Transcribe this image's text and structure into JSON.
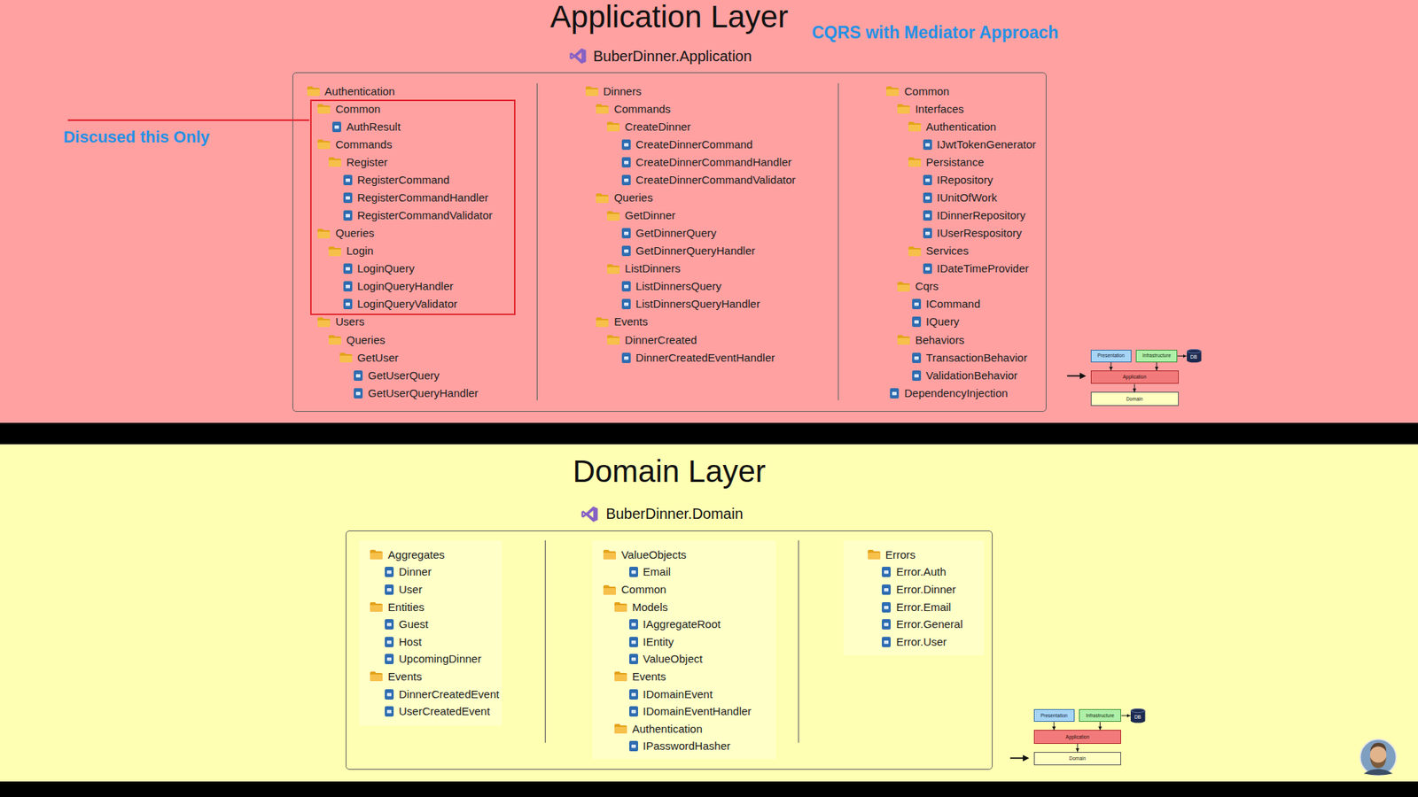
{
  "diagram": {
    "nodes": [
      {
        "text": [
          "Application Layer"
        ]
      },
      {
        "text": [
          "BuberDinner.Application",
          "Authentication",
          "Users",
          "Queries",
          "GetUser",
          "GetUserQuery",
          "GetUserQueryHandler",
          "Dinners",
          "Commands",
          "CreateDinner",
          "CreateDinnerCommand",
          "CreateDinnerCommandHandler",
          "CreateDinnerCommandValidator",
          "Queries",
          "GetDinner",
          "GetDinnerQuery",
          "GetDinnerQueryHandler",
          "ListDinners",
          "ListDinnersQuery",
          "ListDinnersQueryHandler",
          "Events",
          "DinnerCreated",
          "DinnerCreatedEventHandler",
          "Common",
          "Interfaces",
          "Authentication",
          "IJwtTokenGenerator",
          "Persistance",
          "IRepository",
          "IUnitOfWork",
          "IDinnerRepository",
          "IUserRespository",
          "Services",
          "IDateTimeProvider",
          "Cqrs",
          "ICommand",
          "IQuery",
          "Behaviors",
          "TransactionBehavior",
          "ValidationBehavior",
          "DependencyInjection"
        ],
        "in": 0
      },
      {
        "text": [
          "Common",
          "AuthResult",
          "Commands",
          "Register",
          "RegisterCommand",
          "RegisterCommandHandler",
          "RegisterCommandValidator",
          "Queries",
          "Login",
          "LoginQuery",
          "LoginQueryHandler",
          "LoginQueryValidator"
        ],
        "in": 1
      },
      {
        "text": [
          "Presentation"
        ],
        "in": 0
      },
      {
        "text": [
          "Infrastructure"
        ],
        "in": 0
      },
      {
        "text": [
          "DB"
        ],
        "in": 0
      },
      {
        "text": [
          "Application"
        ],
        "in": 0
      },
      {
        "text": [
          "Domain"
        ],
        "in": 0
      },
      {
        "text": [
          "Domain Layer"
        ]
      },
      {
        "text": [
          "BuberDinner.Domain",
          "Aggregates",
          "Dinner",
          "User",
          "Entities",
          "Guest",
          "Host",
          "UpcomingDinner",
          "Events",
          "DinnerCreatedEvent",
          "UserCreatedEvent",
          "ValueObjects",
          "Email",
          "Common",
          "Models",
          "IAggregateRoot",
          "IEntity",
          "ValueObject",
          "Events",
          "IDomainEvent",
          "IDomainEventHandler",
          "Authentication",
          "IPasswordHasher",
          "Errors",
          "Error.Auth",
          "Error.Dinner",
          "Error.Email",
          "Error.General",
          "Error.User"
        ],
        "in": 8
      },
      {
        "text": [
          "Presentation"
        ],
        "in": 8
      },
      {
        "text": [
          "Infrastructure"
        ],
        "in": 8
      },
      {
        "text": [
          "DB"
        ],
        "in": 8
      },
      {
        "text": [
          "Application"
        ],
        "in": 8
      },
      {
        "text": [
          "Domain"
        ],
        "in": 8
      }
    ],
    "edges": [
      {
        "from": 3,
        "to": 6,
        "arrow": "to"
      },
      {
        "from": 4,
        "to": 6,
        "arrow": "to"
      },
      {
        "from": 4,
        "to": 5,
        "arrow": "to"
      },
      {
        "from": 6,
        "to": 7,
        "arrow": "to"
      },
      {
        "from": 10,
        "to": 13,
        "arrow": "to"
      },
      {
        "from": 11,
        "to": 13,
        "arrow": "to"
      },
      {
        "from": 11,
        "to": 12,
        "arrow": "to"
      },
      {
        "from": 13,
        "to": 14,
        "arrow": "to"
      }
    ],
    "labels": [
      "CQRS with Mediator Approach",
      "Discused this Only"
    ]
  }
}
